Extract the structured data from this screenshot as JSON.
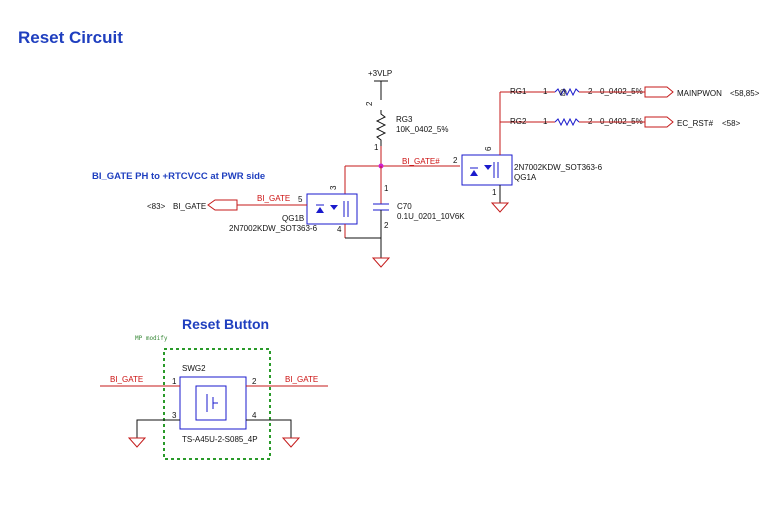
{
  "headings": {
    "reset_circuit": "Reset Circuit",
    "reset_button": "Reset Button"
  },
  "power": {
    "vlp": "+3VLP"
  },
  "rg3": {
    "ref": "RG3",
    "value": "10K_0402_5%",
    "pin2": "2",
    "pin1": "1"
  },
  "c70": {
    "ref": "C70",
    "value": "0.1U_0201_10V6K",
    "pin1": "1",
    "pin2": "2"
  },
  "qg1b": {
    "ref": "QG1B",
    "part": "2N7002KDW_SOT363-6",
    "pin5": "5",
    "pin3": "3",
    "pin4": "4"
  },
  "qg1a": {
    "ref": "QG1A",
    "part": "2N7002KDW_SOT363-6",
    "pin2": "2",
    "pin6": "6",
    "pin1": "1"
  },
  "rg1": {
    "ref": "RG1",
    "pin1": "1",
    "pin2": "2",
    "value": "0_0402_5%",
    "symbol": "@"
  },
  "rg2": {
    "ref": "RG2",
    "pin1": "1",
    "pin2": "2",
    "value": "0_0402_5%"
  },
  "nets": {
    "bi_gate": "BI_GATE",
    "bi_gate_n": "BI_GATE#",
    "mainpwon": "MAINPWON",
    "ec_rst": "EC_RST#"
  },
  "refs": {
    "mainpwon_pages": "<58,85>",
    "ec_rst_pages": "<58>",
    "bi_gate_page": "<83>"
  },
  "note": "BI_GATE PH to +RTCVCC at PWR side",
  "swg2": {
    "ref": "SWG2",
    "part": "TS-A45U-2-S085_4P",
    "pin1": "1",
    "pin2": "2",
    "pin3": "3",
    "pin4": "4",
    "mp_note": "MP modify"
  }
}
